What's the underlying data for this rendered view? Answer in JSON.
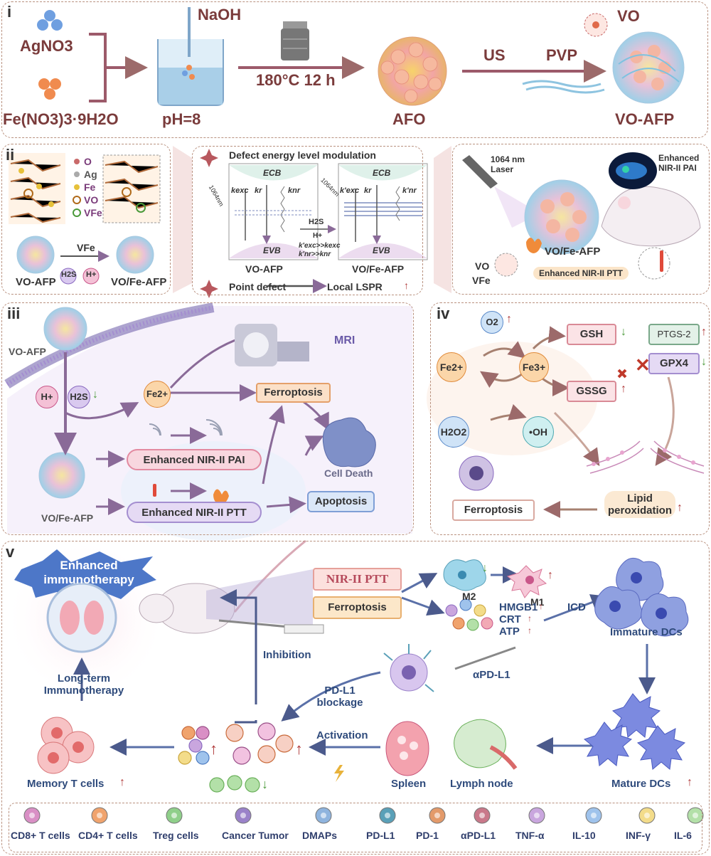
{
  "panel_i": {
    "roman": "i",
    "agno3": "AgNO3",
    "feno3": "Fe(NO3)3·9H2O",
    "naoh": "NaOH",
    "ph": "pH=8",
    "temp": "180°C 12 h",
    "afo": "AFO",
    "us": "US",
    "pvp": "PVP",
    "vo": "VO",
    "vo_afp": "VO-AFP"
  },
  "panel_ii": {
    "roman": "ii",
    "legend": [
      "O",
      "Ag",
      "Fe",
      "VO",
      "VFe"
    ],
    "vfe_arrow": "VFe",
    "h2s": "H2S",
    "hplus": "H+",
    "vo_afp": "VO-AFP",
    "vofe_afp": "VO/Fe-AFP",
    "title": "Defect energy level modulation",
    "ecb": "ECB",
    "evb": "EVB",
    "nm1064": "1064nm",
    "kexc": "kexc",
    "kr": "kr",
    "knr": "knr",
    "kexc2": "k'exc",
    "knr2": "k'nr",
    "h2s_h": "H2S",
    "hp": "H+",
    "rel1": "k'exc>>kexc",
    "rel2": "k'nr>>knr",
    "left_label": "VO-AFP",
    "right_label": "VO/Fe-AFP",
    "point_defect": "Point defect",
    "local_lspr": "Local LSPR",
    "laser": "1064 nm Laser",
    "enh_pai": "Enhanced NIR-II PAI",
    "vofe": "VO/Fe-AFP",
    "enh_ptt": "Enhanced NIR-II PTT",
    "vo_l": "VO",
    "vfe_l": "VFe"
  },
  "panel_iii": {
    "roman": "iii",
    "vo_afp": "VO-AFP",
    "hplus": "H+",
    "h2s": "H2S",
    "fe2": "Fe2+",
    "mri": "MRI",
    "ferroptosis": "Ferroptosis",
    "pai": "Enhanced NIR-II PAI",
    "ptt": "Enhanced NIR-II PTT",
    "celldeath": "Cell Death",
    "apoptosis": "Apoptosis",
    "vofe": "VO/Fe-AFP"
  },
  "panel_iv": {
    "roman": "iv",
    "o2": "O2",
    "fe2": "Fe2+",
    "fe3": "Fe3+",
    "gsh": "GSH",
    "gssg": "GSSG",
    "ptgs2": "PTGS-2",
    "gpx4": "GPX4",
    "h2o2": "H2O2",
    "oh": "•OH",
    "ferroptosis": "Ferroptosis",
    "lipid": "Lipid peroxidation"
  },
  "panel_v": {
    "roman": "v",
    "enhanced": "Enhanced immunotherapy",
    "longterm": "Long-term Immunotherapy",
    "ptt": "NIR-II PTT",
    "ferroptosis": "Ferroptosis",
    "inhibition": "Inhibition",
    "m2": "M2",
    "m1": "M1",
    "hmgb1": "HMGB1",
    "crt": "CRT",
    "atp": "ATP",
    "icd": "ICD",
    "immature": "Immature DCs",
    "apdl1": "αPD-L1",
    "pdl1_block": "PD-L1 blockage",
    "activation": "Activation",
    "memory": "Memory T cells",
    "spleen": "Spleen",
    "lymph": "Lymph node",
    "mature": "Mature DCs"
  },
  "legend": [
    {
      "label": "CD8+ T cells",
      "color": "#d98fc5"
    },
    {
      "label": "CD4+ T cells",
      "color": "#f0a36d"
    },
    {
      "label": "Treg cells",
      "color": "#8fcf8a"
    },
    {
      "label": "Cancer Tumor",
      "color": "#9a82c9"
    },
    {
      "label": "DMAPs",
      "color": "#8fb4de"
    },
    {
      "label": "PD-L1",
      "color": "#5aa0b8"
    },
    {
      "label": "PD-1",
      "color": "#e39a6a"
    },
    {
      "label": "αPD-L1",
      "color": "#c9788a"
    },
    {
      "label": "TNF-α",
      "color": "#c9a6de"
    },
    {
      "label": "IL-10",
      "color": "#9fc3ec"
    },
    {
      "label": "INF-γ",
      "color": "#f3dc8a"
    },
    {
      "label": "IL-6",
      "color": "#b3e0a8"
    }
  ]
}
